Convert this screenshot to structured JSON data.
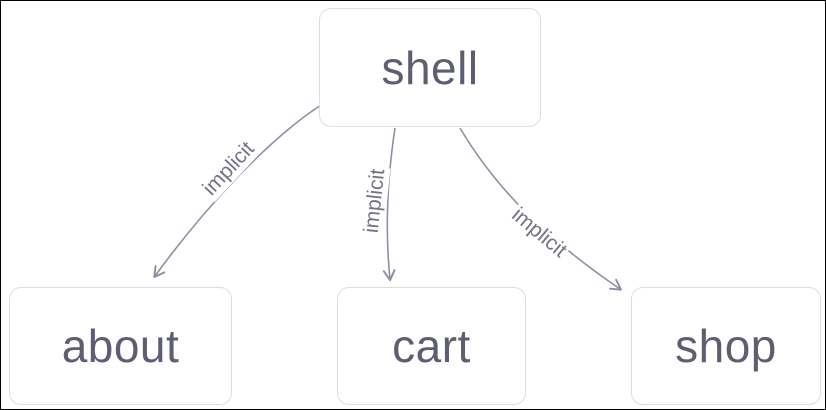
{
  "diagram": {
    "type": "graph",
    "nodes": [
      {
        "id": "shell",
        "label": "shell"
      },
      {
        "id": "about",
        "label": "about"
      },
      {
        "id": "cart",
        "label": "cart"
      },
      {
        "id": "shop",
        "label": "shop"
      }
    ],
    "edges": [
      {
        "from": "shell",
        "to": "about",
        "label": "implicit"
      },
      {
        "from": "shell",
        "to": "cart",
        "label": "implicit"
      },
      {
        "from": "shell",
        "to": "shop",
        "label": "implicit"
      }
    ],
    "colors": {
      "node_border": "#dcdce4",
      "node_text": "#5e5e72",
      "edge_stroke": "#8f8fa3",
      "edge_label_text": "#73738a",
      "background": "#ffffff",
      "frame_border": "#000000"
    }
  }
}
